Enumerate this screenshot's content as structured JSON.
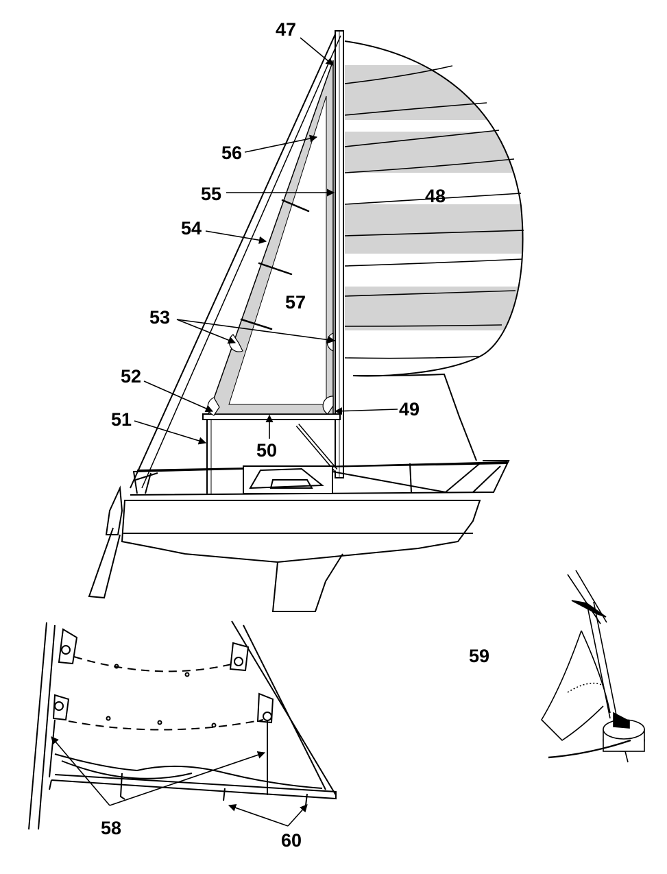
{
  "labels": {
    "l47": "47",
    "l48": "48",
    "l49": "49",
    "l50": "50",
    "l51": "51",
    "l52": "52",
    "l53": "53",
    "l54": "54",
    "l55": "55",
    "l56": "56",
    "l57": "57",
    "l58": "58",
    "l59": "59",
    "l60": "60"
  },
  "colors": {
    "line": "#000000",
    "sail_fill": "#d3d3d3",
    "background": "#ffffff"
  }
}
